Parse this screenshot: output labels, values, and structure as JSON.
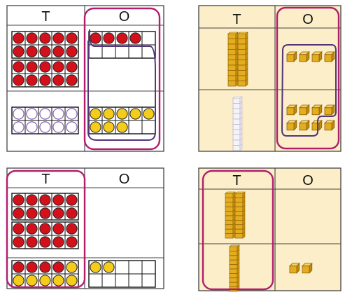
{
  "panels": [
    {
      "id": "tl",
      "headers": {
        "tens": "T",
        "ones": "O"
      },
      "background": "#ffffff",
      "model": "ten-frames",
      "top_row": {
        "tens_full_frames": 2,
        "ones_red": 4
      },
      "bottom_row": {
        "tens_empty_frames": 1,
        "ones_yellow": 8
      },
      "circled": "ones-column"
    },
    {
      "id": "tr",
      "headers": {
        "tens": "T",
        "ones": "O"
      },
      "background": "#fbeec9",
      "model": "base-ten-blocks",
      "top_row": {
        "tens_rods": 2,
        "ones_cubes": 4
      },
      "bottom_row": {
        "tens_rods_ghost": 1,
        "ones_cubes": 8
      },
      "circled": "ones-column"
    },
    {
      "id": "bl",
      "headers": {
        "tens": "T",
        "ones": "O"
      },
      "background": "#ffffff",
      "model": "ten-frames",
      "top_row": {
        "tens_full_frames": 2,
        "ones_red": 0
      },
      "bottom_row": {
        "tens_frame_red": 4,
        "tens_frame_yellow": 6,
        "ones_yellow": 2
      },
      "circled": "tens-column"
    },
    {
      "id": "br",
      "headers": {
        "tens": "T",
        "ones": "O"
      },
      "background": "#fbeec9",
      "model": "base-ten-blocks",
      "top_row": {
        "tens_rods": 2,
        "ones_cubes": 0
      },
      "bottom_row": {
        "tens_rods": 1,
        "ones_cubes": 2
      },
      "circled": "tens-column"
    }
  ],
  "colors": {
    "counter_red": "#d4111b",
    "counter_yellow": "#f5cc1a",
    "counter_empty": "#7e58a8",
    "cube_gold": "#e3ad1f",
    "loop_magenta": "#b21d6c",
    "loop_purple": "#53357a",
    "panel_border": "#444444"
  }
}
